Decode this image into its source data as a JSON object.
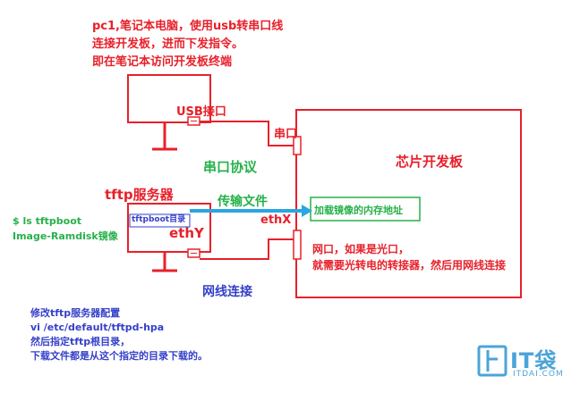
{
  "pc1_note": [
    "pc1,笔记本电脑，使用usb转串口线",
    "连接开发板，进而下发指令。",
    "即在笔记本访问开发板终端"
  ],
  "usb_port_label": "USB接口",
  "serial_port_label": "串口",
  "serial_protocol_label": "串口协议",
  "chip_board_label": "芯片开发板",
  "tftp_server_label": "tftp服务器",
  "transfer_label": "传输文件",
  "tftp_dir_label": "tftpboot目录",
  "load_addr_label": "加载镜像的内存地址",
  "ethx_label": "ethX",
  "ethy_label": "ethY",
  "ls_lines": [
    "$ ls tftpboot",
    "Image-Ramdisk镜像"
  ],
  "network_port_lines": [
    "网口，如果是光口，",
    "就需要光转电的转接器，然后用网线连接"
  ],
  "network_conn_label": "网线连接",
  "config_notes": [
    "修改tftp服务器配置",
    "vi /etc/default/tftpd-hpa",
    "然后指定tftp根目录，",
    "下载文件都是从这个指定的目录下载的。"
  ],
  "logo": {
    "brand": "IT袋",
    "domain": "ITDAI.COM"
  },
  "colors": {
    "red": "#e8202a",
    "green": "#27b14a",
    "blue": "#3540c8",
    "arrow": "#2aa6e0",
    "logo": "#4aa4d8"
  }
}
